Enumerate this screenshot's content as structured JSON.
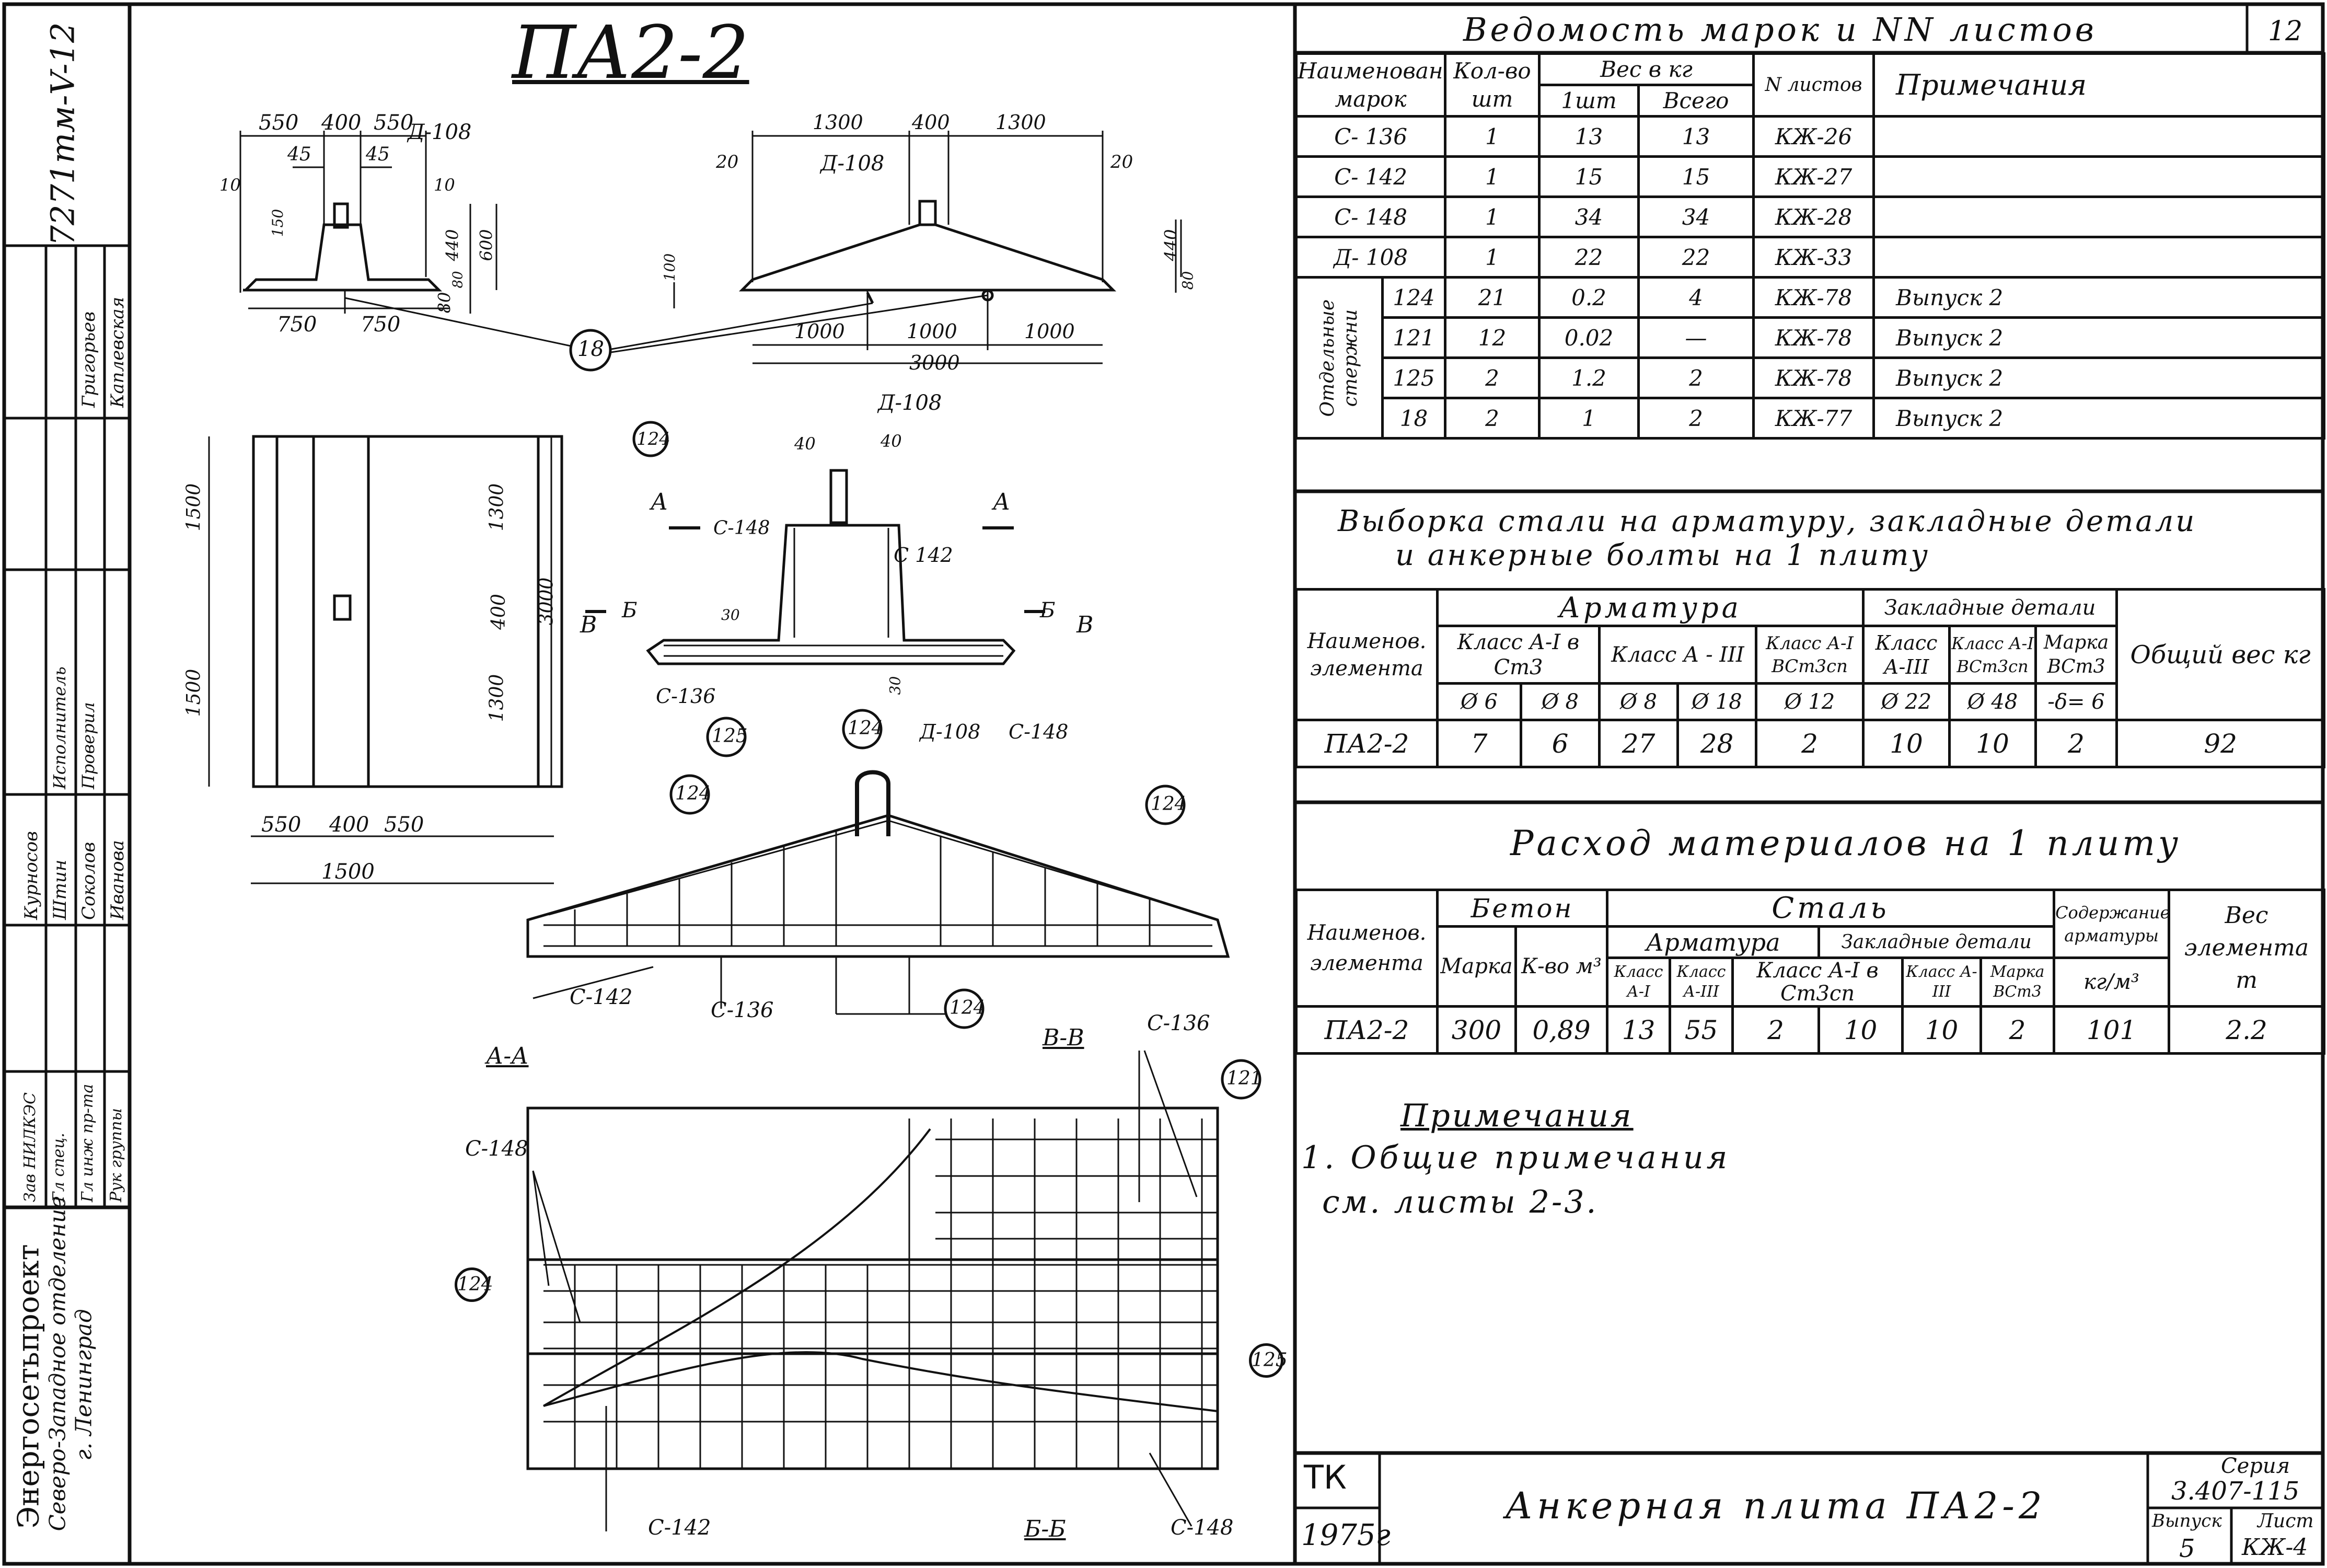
{
  "frame": {
    "corner_code": "7271тм-V-12",
    "sheet_number": "12"
  },
  "stamp": {
    "org_line1": "Энергосетьпроект",
    "org_line2": "Северо-Западное отделение",
    "org_line3": "г. Ленинград",
    "roles": [
      "Рук группы",
      "Гл инж пр-та",
      "Гл спец.",
      "Зав НИЛКЭС"
    ],
    "names": [
      "Иванова",
      "Соколов",
      "Штин",
      "Курносов"
    ],
    "role_check": [
      "Проверил",
      "Исполнитель"
    ],
    "check_names": [
      "Каплевская",
      "Григорьев"
    ]
  },
  "drawing": {
    "title": "ПА2-2",
    "labels": {
      "d108": "Д-108",
      "c148": "С-148",
      "c142": "С 142",
      "c136": "С-136",
      "c142b": "С-142",
      "c136b": "С-136",
      "c148b": "С-148",
      "c142c": "С-142",
      "c136c": "С-136",
      "c148c": "С-148",
      "aa": "А-А",
      "vv": "В-В",
      "bb": "Б-Б",
      "sec_a": "А",
      "sec_b": "Б",
      "sec_v": "В"
    },
    "bubbles": [
      "18",
      "124",
      "125",
      "124",
      "124",
      "124",
      "124",
      "121",
      "125",
      "124"
    ],
    "dims": {
      "top_550a": "550",
      "top_400": "400",
      "top_550b": "550",
      "d45a": "45",
      "d45b": "45",
      "d10a": "10",
      "d10b": "10",
      "d150": "150",
      "d440a": "440",
      "d80a": "80",
      "d600": "600",
      "d80b": "80",
      "d750a": "750",
      "d750b": "750",
      "s1300a": "1300",
      "s400": "400",
      "s1300b": "1300",
      "s20a": "20",
      "s20b": "20",
      "s100": "100",
      "s440": "440",
      "s80": "80",
      "s1000a": "1000",
      "s1000b": "1000",
      "s1000c": "1000",
      "s3000": "3000",
      "p1500a": "1500",
      "p1500b": "1500",
      "p1300a": "1300",
      "p400": "400",
      "p1300b": "1300",
      "p3000": "3000",
      "p550a": "550",
      "p400b": "400",
      "p550b": "550",
      "p1500c": "1500",
      "c40a": "40",
      "c40b": "40",
      "c30a": "30",
      "c30b": "30"
    }
  },
  "marks_table": {
    "title": "Ведомость марок и NN листов",
    "headers": {
      "name": "Наименован. марок",
      "qty": "Кол-во шт",
      "weight": "Вес в кг",
      "w_one": "1шт",
      "w_all": "Всего",
      "sheets": "N листов",
      "notes": "Примечания"
    },
    "group_label": "Отдельные стержни",
    "rows": [
      {
        "name": "С- 136",
        "qty": "1",
        "one": "13",
        "all": "13",
        "sheet": "КЖ-26",
        "note": ""
      },
      {
        "name": "С- 142",
        "qty": "1",
        "one": "15",
        "all": "15",
        "sheet": "КЖ-27",
        "note": ""
      },
      {
        "name": "С- 148",
        "qty": "1",
        "one": "34",
        "all": "34",
        "sheet": "КЖ-28",
        "note": ""
      },
      {
        "name": "Д- 108",
        "qty": "1",
        "one": "22",
        "all": "22",
        "sheet": "КЖ-33",
        "note": ""
      },
      {
        "name": "124",
        "qty": "21",
        "one": "0.2",
        "all": "4",
        "sheet": "КЖ-78",
        "note": "Выпуск 2"
      },
      {
        "name": "121",
        "qty": "12",
        "one": "0.02",
        "all": "—",
        "sheet": "КЖ-78",
        "note": "Выпуск 2"
      },
      {
        "name": "125",
        "qty": "2",
        "one": "1.2",
        "all": "2",
        "sheet": "КЖ-78",
        "note": "Выпуск 2"
      },
      {
        "name": "18",
        "qty": "2",
        "one": "1",
        "all": "2",
        "sheet": "КЖ-77",
        "note": "Выпуск 2"
      }
    ]
  },
  "steel_table": {
    "title1": "Выборка стали на арматуру, закладные детали",
    "title2": "и анкерные болты на 1 плиту",
    "h_name": "Наименов. элемента",
    "h_arm": "Арматура",
    "h_emb": "Закладные детали",
    "h_total": "Общий вес кг",
    "h_a1": "Класс А-I в Ст3",
    "h_a3": "Класс А - III",
    "h_a1b": "Класс А-I ВСт3сп",
    "h_e1": "Класс А-III",
    "h_e2": "Класс А-I ВСт3сп",
    "h_e3": "Марка ВСт3",
    "diams": [
      "Ø 6",
      "Ø 8",
      "Ø 8",
      "Ø 18",
      "Ø 12",
      "Ø 22",
      "Ø 48",
      "-δ= 6"
    ],
    "row_name": "ПА2-2",
    "row_vals": [
      "7",
      "6",
      "27",
      "28",
      "2",
      "10",
      "10",
      "2",
      "92"
    ]
  },
  "materials_table": {
    "title": "Расход материалов на 1 плиту",
    "h_name": "Наименов. элемента",
    "h_concrete": "Бетон",
    "h_steel": "Сталь",
    "h_content": "Содержание арматуры",
    "h_weight": "Вес элемента т",
    "h_grade": "Марка",
    "h_vol": "К-во м³",
    "h_arm": "Арматура",
    "h_emb": "Закладные детали",
    "h_c1": "Класс А-I",
    "h_c2": "Класс А-III",
    "h_c3": "Класс А-I в Ст3сп",
    "h_c4": "Класс А-III",
    "h_c5": "Марка ВСт3",
    "h_unit": "кг/м³",
    "row_name": "ПА2-2",
    "row_vals": [
      "300",
      "0,89",
      "13",
      "55",
      "2",
      "10",
      "10",
      "2",
      "101",
      "2.2"
    ]
  },
  "notes": {
    "heading": "Примечания",
    "line1": "1. Общие примечания",
    "line2": "см. листы 2-3."
  },
  "title_block": {
    "tk": "ТК",
    "year": "1975г",
    "name": "Анкерная плита ПА2-2",
    "series_label": "Серия",
    "series": "3.407-115",
    "issue_label": "Выпуск",
    "issue": "5",
    "sheet_label": "Лист",
    "sheet": "КЖ-4"
  }
}
